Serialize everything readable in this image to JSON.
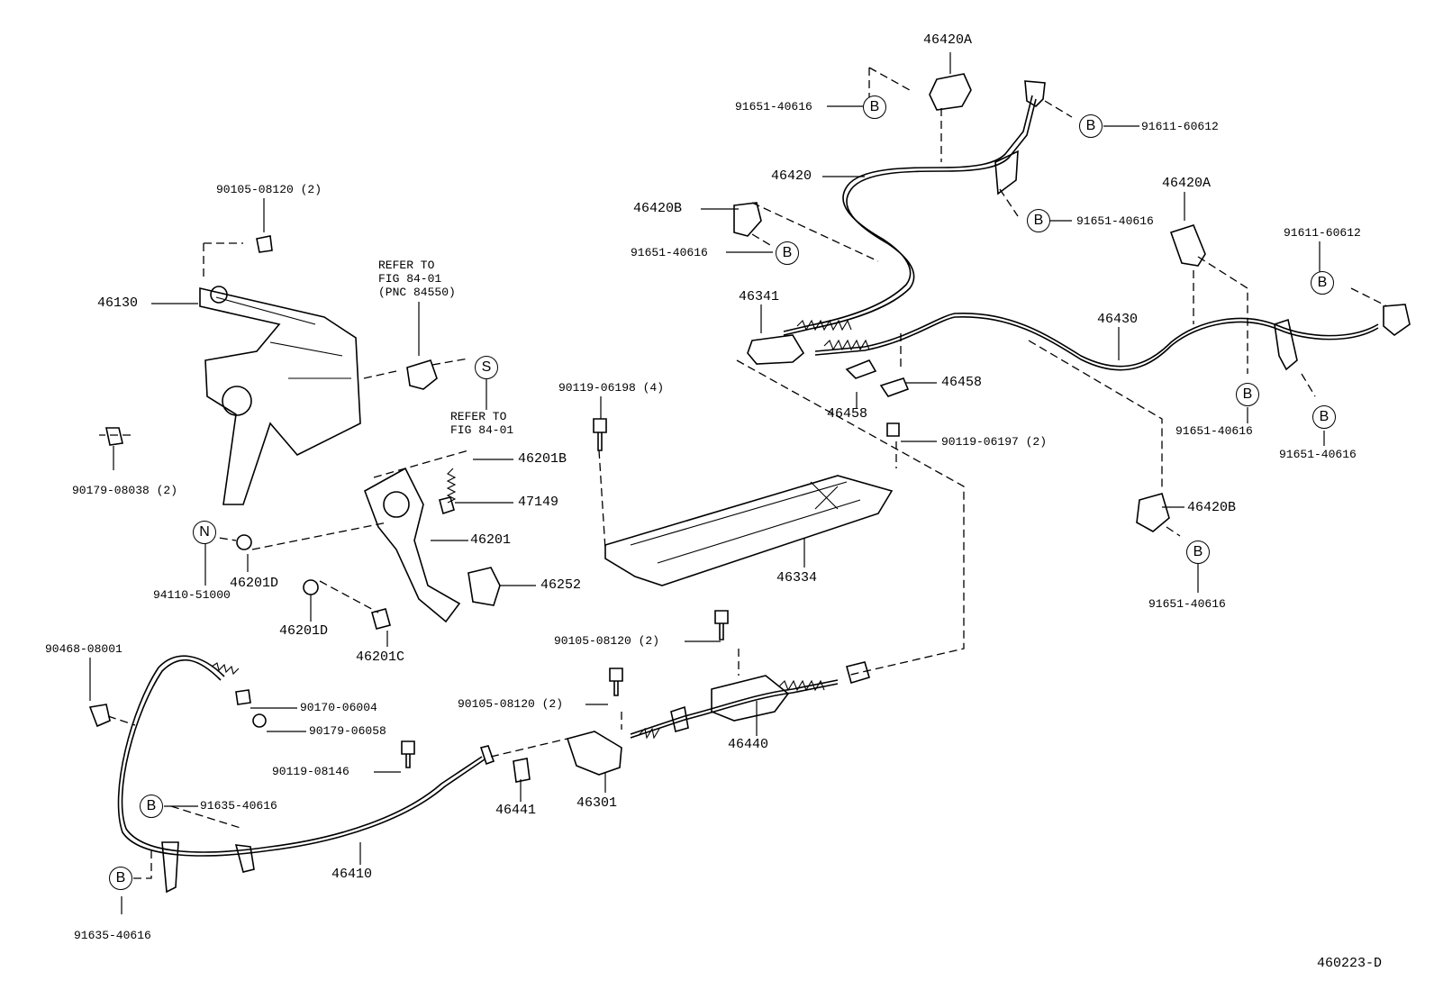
{
  "diagram_id": "460223-D",
  "labels": {
    "p46420A_top": "46420A",
    "p91651_40616_a": "91651-40616",
    "p91611_60612_a": "91611-60612",
    "p46420": "46420",
    "p46420B_left": "46420B",
    "p91651_40616_b": "91651-40616",
    "p91651_40616_c": "91651-40616",
    "p46420A_right": "46420A",
    "p91611_60612_b": "91611-60612",
    "p90105_08120_top": "90105-08120 (2)",
    "p46130": "46130",
    "refer_a": "REFER TO\nFIG 84-01\n(PNC 84550)",
    "refer_b": "REFER TO\nFIG 84-01",
    "p46341": "46341",
    "p46430": "46430",
    "p46458_a": "46458",
    "p46458_b": "46458",
    "p90119_06198": "90119-06198 (4)",
    "p90119_06197": "90119-06197 (2)",
    "p91651_40616_d": "91651-40616",
    "p91651_40616_e": "91651-40616",
    "p90179_08038": "90179-08038 (2)",
    "p46201B": "46201B",
    "p47149": "47149",
    "p46201": "46201",
    "p46201D_a": "46201D",
    "p94110_51000": "94110-51000",
    "p46201D_b": "46201D",
    "p46252": "46252",
    "p46334": "46334",
    "p46420B_right": "46420B",
    "p91651_40616_f": "91651-40616",
    "p46201C": "46201C",
    "p90105_08120_b": "90105-08120 (2)",
    "p90468_08001": "90468-08001",
    "p90170_06004": "90170-06004",
    "p90179_06058": "90179-06058",
    "p90105_08120_c": "90105-08120 (2)",
    "p46440": "46440",
    "p90119_08146": "90119-08146",
    "p91635_40616_a": "91635-40616",
    "p46441": "46441",
    "p46301": "46301",
    "p46410": "46410",
    "p91635_40616_b": "91635-40616"
  },
  "symbols": {
    "b": "B",
    "s": "S",
    "n": "N"
  }
}
